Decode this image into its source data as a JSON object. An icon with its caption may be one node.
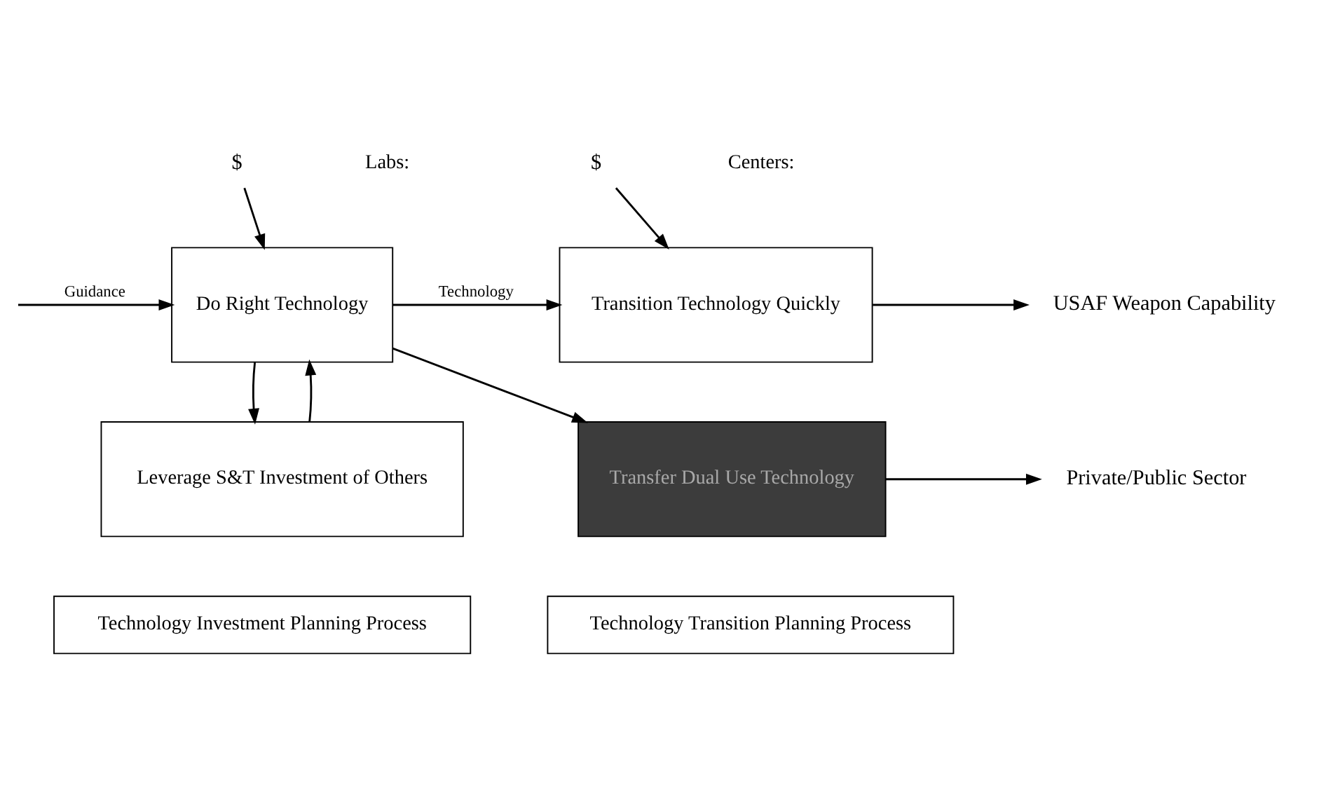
{
  "diagram": {
    "nodes": [
      {
        "text": [
          "$"
        ]
      },
      {
        "text": [
          "$"
        ]
      },
      {
        "text": [
          "Do Right Technology"
        ],
        "beside": [
          "Labs:"
        ]
      },
      {
        "text": [
          "Transition Technology Quickly"
        ],
        "beside": [
          "Centers:"
        ]
      },
      {
        "text": [
          "USAF Weapon Capability"
        ]
      },
      {
        "text": [
          "Leverage S&T Investment of Others"
        ]
      },
      {
        "text": [
          "Transfer Dual Use Technology"
        ]
      },
      {
        "text": [
          "Private/Public Sector"
        ]
      },
      {
        "text": [
          "Technology Investment Planning Process"
        ]
      },
      {
        "text": [
          "Technology Transition Planning Process"
        ]
      }
    ],
    "edges": [
      {
        "from": 0,
        "to": 2,
        "arrow": "to"
      },
      {
        "from": 1,
        "to": 3,
        "arrow": "to"
      },
      {
        "from": null,
        "to": 2,
        "arrow": "to",
        "label": "Guidance"
      },
      {
        "from": 2,
        "to": 3,
        "arrow": "to",
        "label": "Technology"
      },
      {
        "from": 3,
        "to": 4,
        "arrow": "to"
      },
      {
        "from": 5,
        "to": 2,
        "arrow": "to"
      },
      {
        "from": 2,
        "to": 5,
        "arrow": "to"
      },
      {
        "from": 2,
        "to": 6,
        "arrow": "to"
      },
      {
        "from": 6,
        "to": 7,
        "arrow": "to"
      }
    ]
  }
}
